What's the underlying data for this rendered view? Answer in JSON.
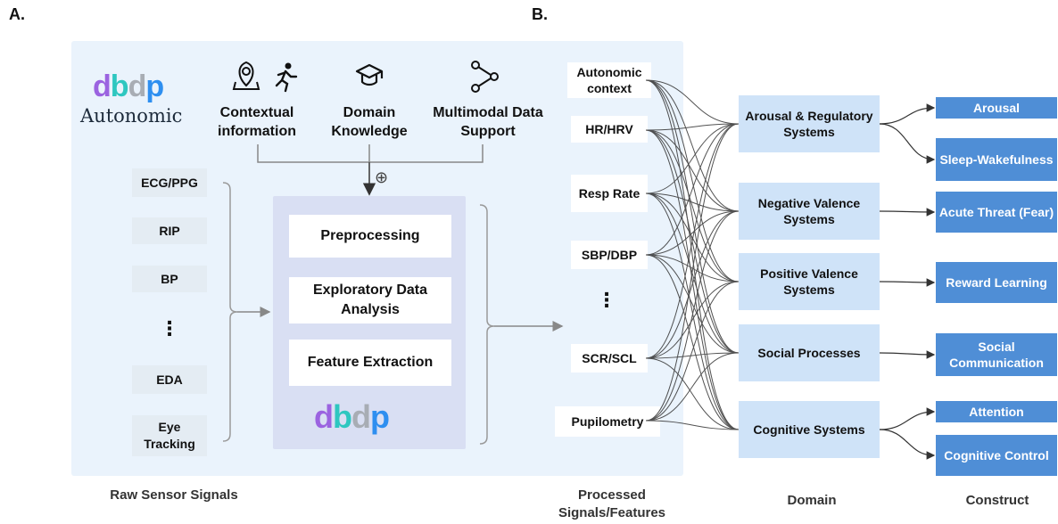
{
  "panels": {
    "a": "A.",
    "b": "B."
  },
  "logo": {
    "letters": [
      "d",
      "b",
      "d",
      "p"
    ],
    "word": "Autonomic"
  },
  "context": [
    {
      "label": "Contextual information",
      "icons": [
        "location-pin-icon",
        "running-person-icon"
      ]
    },
    {
      "label": "Domain Knowledge",
      "icons": [
        "graduation-cap-icon"
      ]
    },
    {
      "label": "Multimodal Data Support",
      "icons": [
        "share-nodes-icon"
      ]
    }
  ],
  "plus_symbol": "⊕",
  "raw_signals": [
    "ECG/PPG",
    "RIP",
    "BP",
    "⋮",
    "EDA",
    "Eye Tracking"
  ],
  "processing_steps": [
    "Preprocessing",
    "Exploratory Data Analysis",
    "Feature Extraction"
  ],
  "features": [
    "Autonomic context",
    "HR/HRV",
    "Resp Rate",
    "SBP/DBP",
    "⋮",
    "SCR/SCL",
    "Pupilometry"
  ],
  "domains": [
    "Arousal & Regulatory Systems",
    "Negative Valence Systems",
    "Positive Valence Systems",
    "Social Processes",
    "Cognitive Systems"
  ],
  "constructs": [
    "Arousal",
    "Sleep-Wakefulness",
    "Acute Threat (Fear)",
    "Reward Learning",
    "Social Communication",
    "Attention",
    "Cognitive Control"
  ],
  "footers": {
    "raw": "Raw Sensor Signals",
    "processed": "Processed Signals/Features",
    "domain": "Domain",
    "construct": "Construct"
  },
  "colors": {
    "panel_bg": "#eaf3fc",
    "domain_bg": "#cfe3f8",
    "construct_bg": "#4f8ed6",
    "logo_purple": "#9b63e0",
    "logo_teal": "#2ec7c0",
    "logo_gray": "#a8adb4",
    "logo_blue": "#2e8ff0"
  }
}
